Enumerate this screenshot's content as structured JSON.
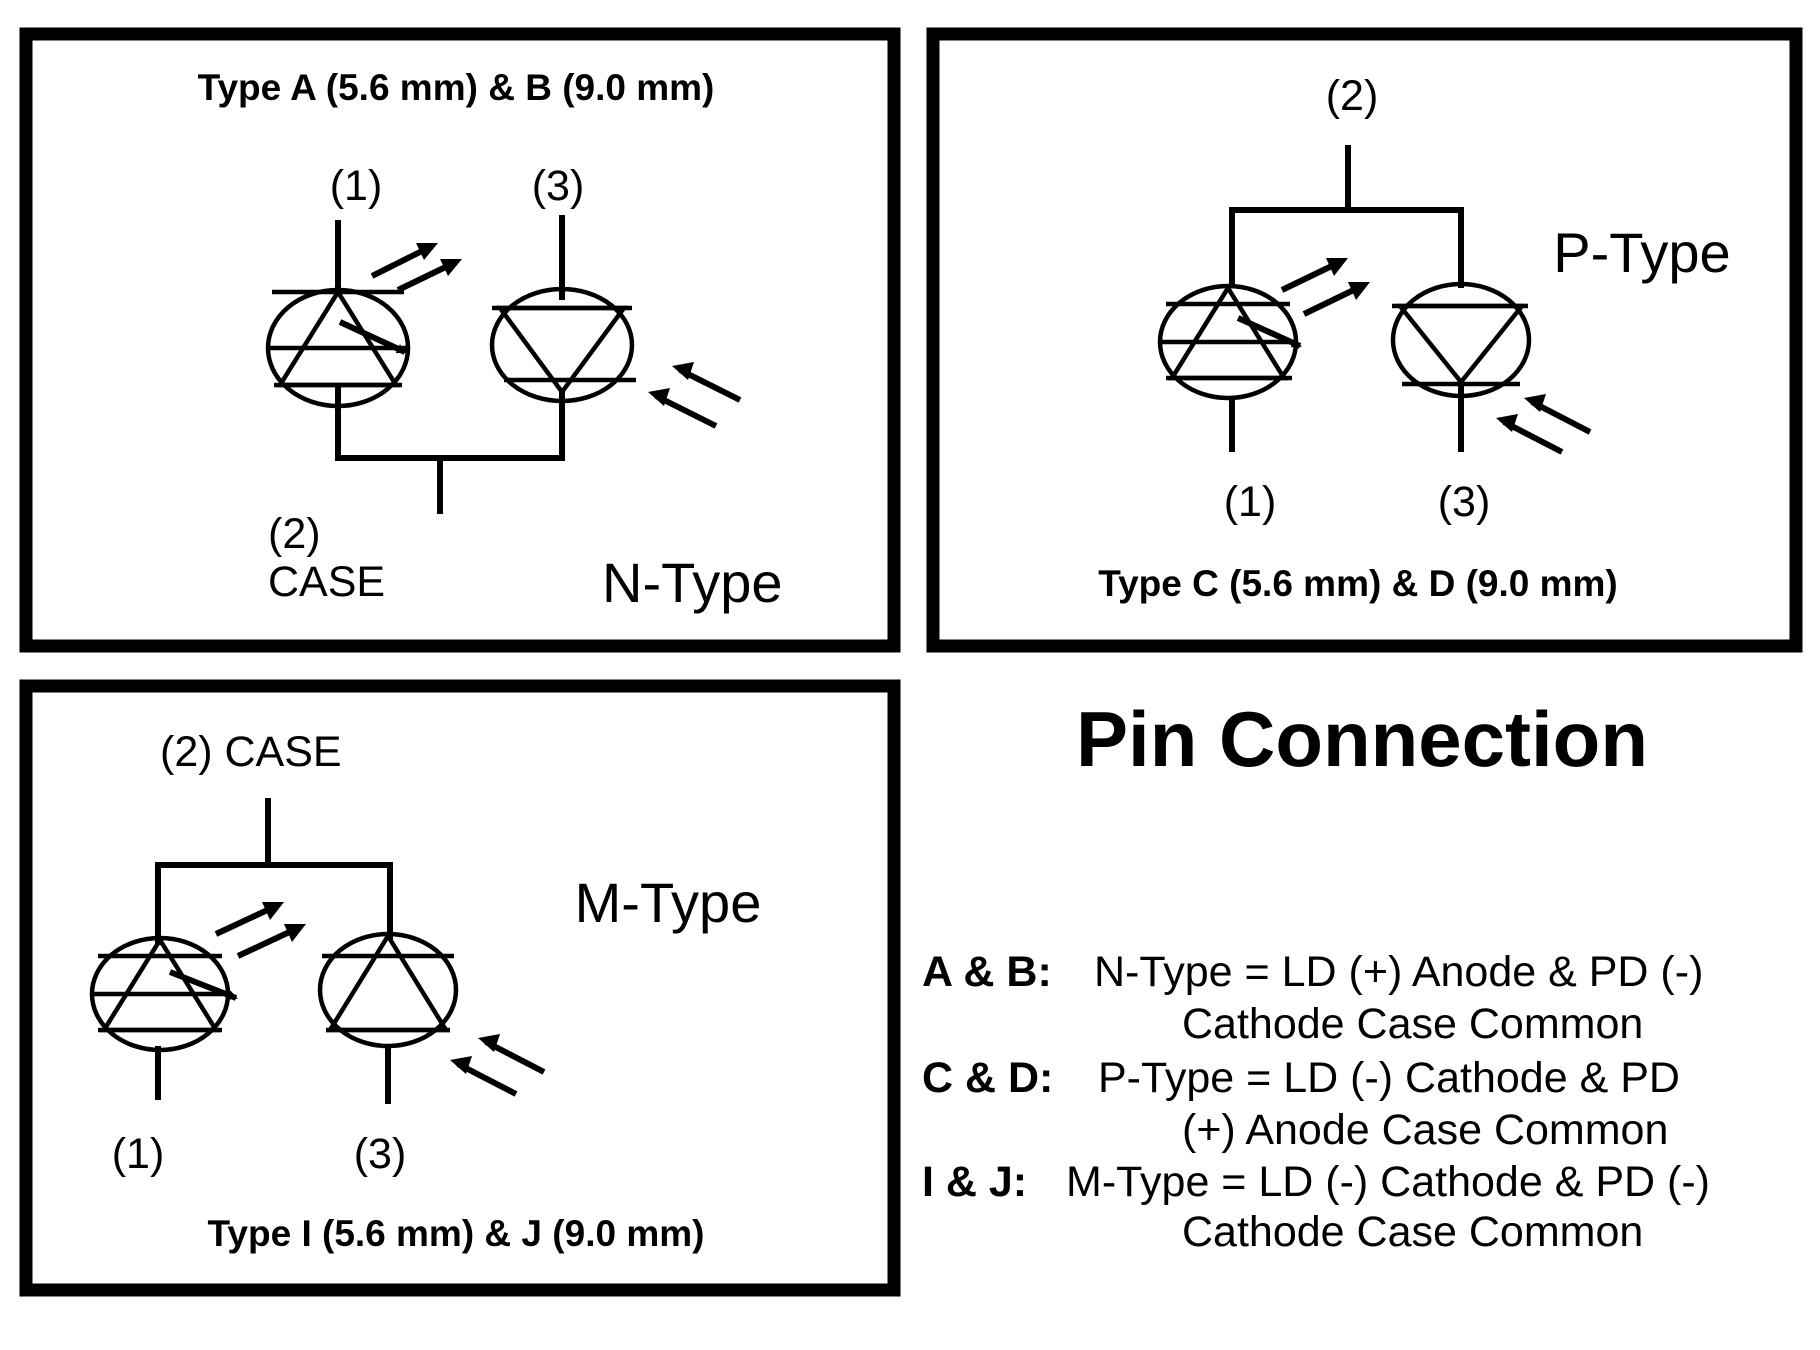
{
  "heading": "Pin Connection",
  "panels": {
    "ab": {
      "title": "Type A (5.6 mm) & B (9.0 mm)",
      "pin1": "(1)",
      "pin3": "(3)",
      "pin2": "(2)",
      "case": "CASE",
      "type": "N-Type"
    },
    "cd": {
      "title": "Type C (5.6 mm) & D (9.0 mm)",
      "pin2": "(2)",
      "pin1": "(1)",
      "pin3": "(3)",
      "type": "P-Type"
    },
    "ij": {
      "title": "Type I (5.6 mm) & J (9.0 mm)",
      "pin2case": "(2) CASE",
      "pin1": "(1)",
      "pin3": "(3)",
      "type": "M-Type"
    }
  },
  "legend": [
    {
      "key": "A & B:",
      "line1": "N-Type = LD (+) Anode & PD (-)",
      "line2": "Cathode Case Common"
    },
    {
      "key": "C & D:",
      "line1": "P-Type = LD (-) Cathode & PD",
      "line2": "(+) Anode Case Common"
    },
    {
      "key": "I & J:",
      "line1": "M-Type = LD (-) Cathode & PD (-)",
      "line2": "Cathode Case Common"
    }
  ]
}
